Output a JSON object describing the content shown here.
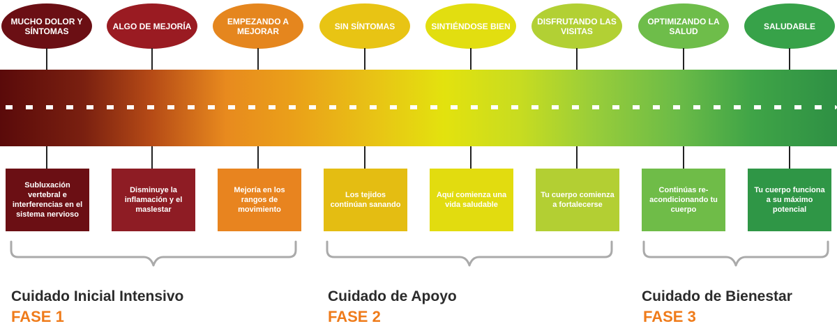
{
  "stages": [
    {
      "label": "MUCHO DOLOR Y SÍNTOMAS",
      "color": "#6b0f14",
      "box_text": "Subluxación vertebral e interferencias en el sistema nervioso",
      "box_color": "#6b0f14"
    },
    {
      "label": "ALGO DE MEJORÍA",
      "color": "#9a1b22",
      "box_text": "Disminuye la inflamación y el maslestar",
      "box_color": "#8e1c24"
    },
    {
      "label": "EMPEZANDO A MEJORAR",
      "color": "#e5861e",
      "box_text": "Mejoría en los rangos de movimiento",
      "box_color": "#e8841f"
    },
    {
      "label": "SIN SÍNTOMAS",
      "color": "#e8c414",
      "box_text": "Los tejidos continúan sanando",
      "box_color": "#e4bd12"
    },
    {
      "label": "SINTIÉNDOSE BIEN",
      "color": "#e2de10",
      "box_text": "Aquí comienza una vida saludable",
      "box_color": "#e2dc0f"
    },
    {
      "label": "DISFRUTANDO LAS VISITAS",
      "color": "#b2d034",
      "box_text": "Tu cuerpo comienza a fortalecerse",
      "box_color": "#b3cf33"
    },
    {
      "label": "OPTIMIZANDO LA SALUD",
      "color": "#6ebd4a",
      "box_text": "Continúas re-acondicionando tu cuerpo",
      "box_color": "#6fbc48"
    },
    {
      "label": "SALUDABLE",
      "color": "#37a249",
      "box_text": "Tu cuerpo funciona a su máximo potencial",
      "box_color": "#2f9646"
    }
  ],
  "phases": [
    {
      "title": "Cuidado Inicial Intensivo",
      "label": "FASE 1"
    },
    {
      "title": "Cuidado de Apoyo",
      "label": "FASE 2"
    },
    {
      "title": "Cuidado de Bienestar",
      "label": "FASE 3"
    }
  ],
  "colors": {
    "phase_label": "#ef7b1a",
    "phase_title": "#2b2b2b",
    "brace": "#aaaaaa",
    "connector": "#222222"
  }
}
